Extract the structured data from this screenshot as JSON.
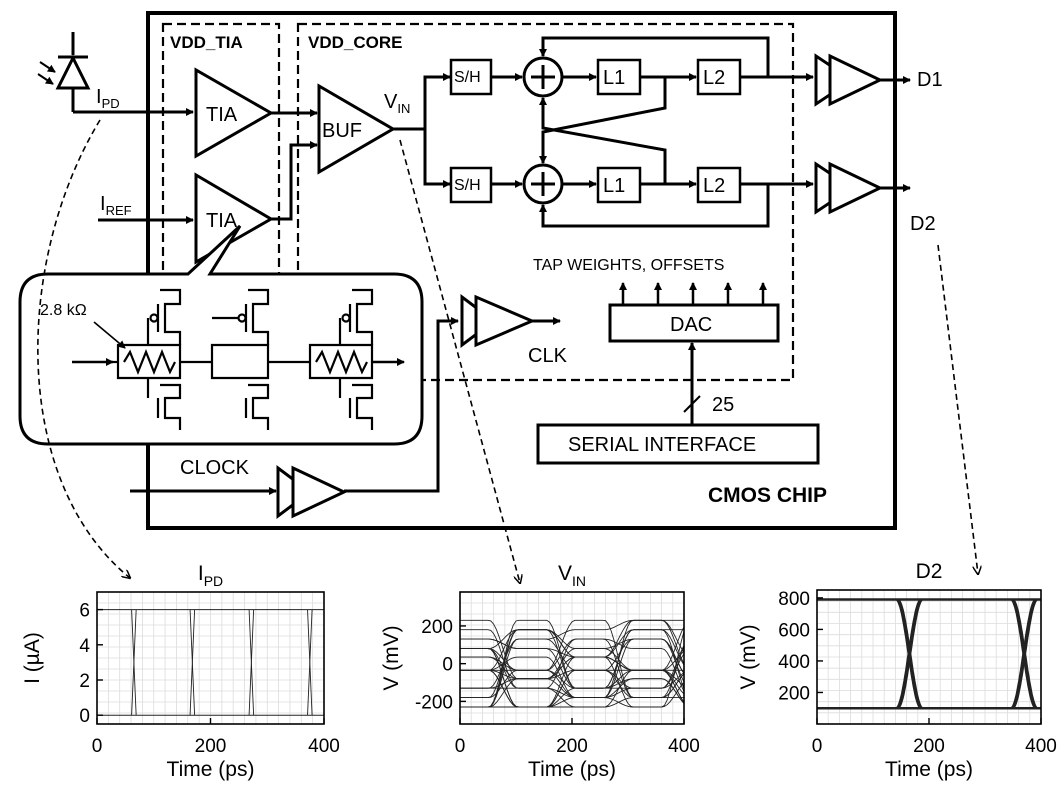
{
  "diagram": {
    "domains": {
      "tia": "VDD_TIA",
      "core": "VDD_CORE"
    },
    "chip_label": "CMOS CHIP",
    "blocks": {
      "tia1": "TIA",
      "tia2": "TIA",
      "buf": "BUF",
      "sh_top": "S/H",
      "sh_bot": "S/H",
      "l1_top": "L1",
      "l2_top": "L2",
      "l1_bot": "L1",
      "l2_bot": "L2",
      "dac": "DAC",
      "serial": "SERIAL INTERFACE"
    },
    "signals": {
      "ipd_main": "I",
      "ipd_sub": "PD",
      "iref_main": "I",
      "iref_sub": "REF",
      "vin_main": "V",
      "vin_sub": "IN",
      "d1": "D1",
      "d2": "D2",
      "clk": "CLK",
      "clock": "CLOCK",
      "tap": "TAP WEIGHTS, OFFSETS",
      "bus": "25",
      "resistor": "2.8 kΩ"
    }
  },
  "chart_data": [
    {
      "type": "line",
      "title_main": "I",
      "title_sub": "PD",
      "xlabel": "Time (ps)",
      "ylabel": "I (µA)",
      "xlim": [
        0,
        400
      ],
      "ylim": [
        -0.5,
        7
      ],
      "xticks": [
        0,
        200,
        400
      ],
      "yticks": [
        0,
        2,
        4,
        6
      ],
      "grid": true,
      "levels": [
        0,
        6
      ],
      "transitions": [
        65,
        168,
        272,
        375
      ]
    },
    {
      "type": "line",
      "title_main": "V",
      "title_sub": "IN",
      "xlabel": "Time (ps)",
      "ylabel": "V (mV)",
      "xlim": [
        0,
        400
      ],
      "ylim": [
        -320,
        380
      ],
      "xticks": [
        0,
        200,
        400
      ],
      "yticks": [
        -200,
        0,
        200
      ],
      "grid": true,
      "levels": [
        -230,
        -180,
        -130,
        -80,
        -35,
        35,
        80,
        130,
        180,
        230
      ],
      "unit_interval": 103
    },
    {
      "type": "line",
      "title_main": "D2",
      "title_sub": "",
      "xlabel": "Time (ps)",
      "ylabel": "V (mV)",
      "xlim": [
        0,
        400
      ],
      "ylim": [
        0,
        850
      ],
      "xticks": [
        0,
        200,
        400
      ],
      "yticks": [
        200,
        400,
        600,
        800
      ],
      "grid": true,
      "levels": [
        100,
        790
      ],
      "crossings": [
        165,
        370
      ]
    }
  ]
}
